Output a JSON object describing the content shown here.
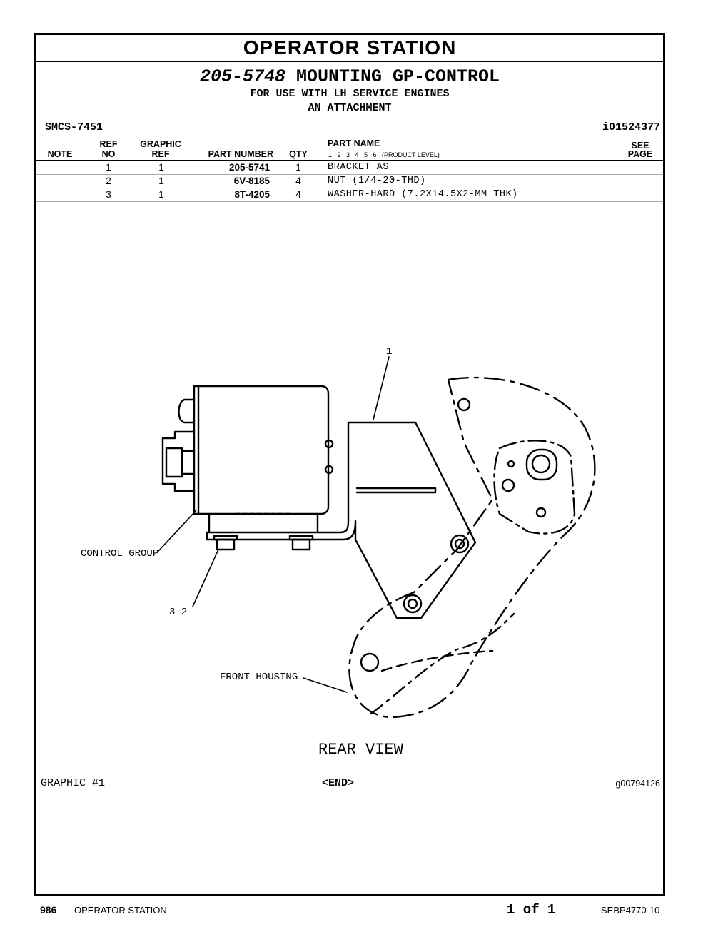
{
  "section_title": "OPERATOR STATION",
  "title": {
    "part_number": "205-5748",
    "name": "MOUNTING GP-CONTROL"
  },
  "subtitles": [
    "FOR USE WITH LH SERVICE ENGINES",
    "AN ATTACHMENT"
  ],
  "smcs": "SMCS-7451",
  "info_id": "i01524377",
  "columns": {
    "note": "NOTE",
    "ref_top": "REF",
    "ref_bottom": "NO",
    "graphic_top": "GRAPHIC",
    "graphic_bottom": "REF",
    "part_number": "PART NUMBER",
    "qty": "QTY",
    "part_name": "PART NAME",
    "levels": "1   2   3   4   5   6   (PRODUCT LEVEL)",
    "see_top": "SEE",
    "see_bottom": "PAGE"
  },
  "rows": [
    {
      "ref": "1",
      "graphic": "1",
      "part_number": "205-5741",
      "qty": "1",
      "name": "BRACKET AS"
    },
    {
      "ref": "2",
      "graphic": "1",
      "part_number": "6V-8185",
      "qty": "4",
      "name": "NUT (1/4-20-THD)"
    },
    {
      "ref": "3",
      "graphic": "1",
      "part_number": "8T-4205",
      "qty": "4",
      "name": "WASHER-HARD (7.2X14.5X2-MM THK)"
    }
  ],
  "drawing": {
    "callout_1": "1",
    "label_control_group": "CONTROL GROUP",
    "label_3_2": "3-2",
    "label_front_housing": "FRONT HOUSING",
    "view_label": "REAR VIEW"
  },
  "graphic_label": "GRAPHIC #1",
  "end_label": "<END>",
  "graphic_id": "g00794126",
  "footer": {
    "page_number": "986",
    "section": "OPERATOR STATION",
    "page_of": "1 of 1",
    "doc_id": "SEBP4770-10"
  }
}
